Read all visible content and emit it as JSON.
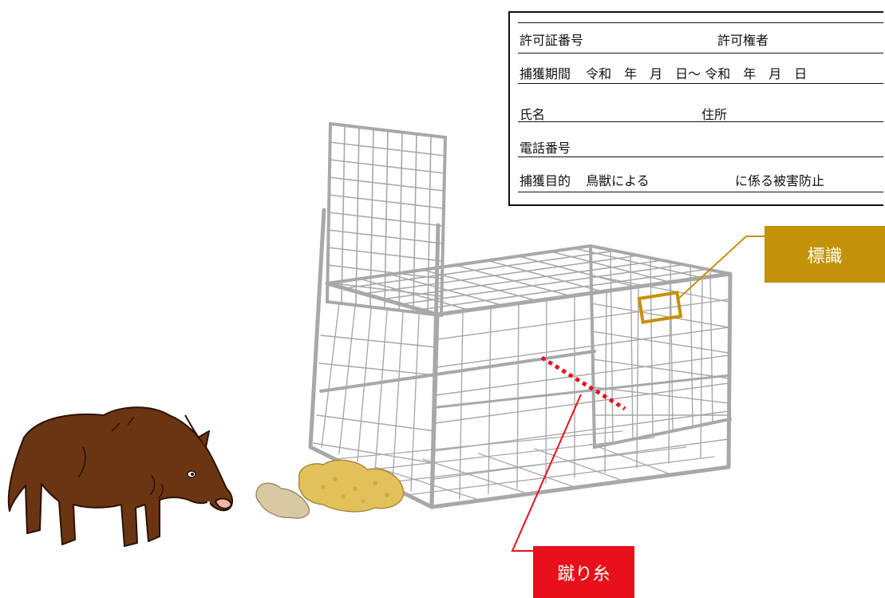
{
  "sign": {
    "permit_number_label": "許可証番号",
    "permit_holder_label": "許可権者",
    "capture_period_label": "捕獲期間",
    "capture_period_value": "令和　年　月　日～ 令和　年　月　日",
    "name_label": "氏名",
    "address_label": "住所",
    "phone_label": "電話番号",
    "purpose_label": "捕獲目的",
    "purpose_value_1": "鳥獣による",
    "purpose_value_2": "に係る被害防止"
  },
  "callouts": {
    "sign_label": "標識",
    "trip_wire_label": "蹴り糸"
  },
  "colors": {
    "sign_accent": "#C49208",
    "trip_wire": "#E8101A",
    "cage": "#A8A8A8",
    "boar": "#6B3513",
    "bait": "#E2C15A"
  },
  "icons": {
    "boar": "wild-boar-icon",
    "cage": "box-trap-cage",
    "bait": "bait-pile"
  }
}
